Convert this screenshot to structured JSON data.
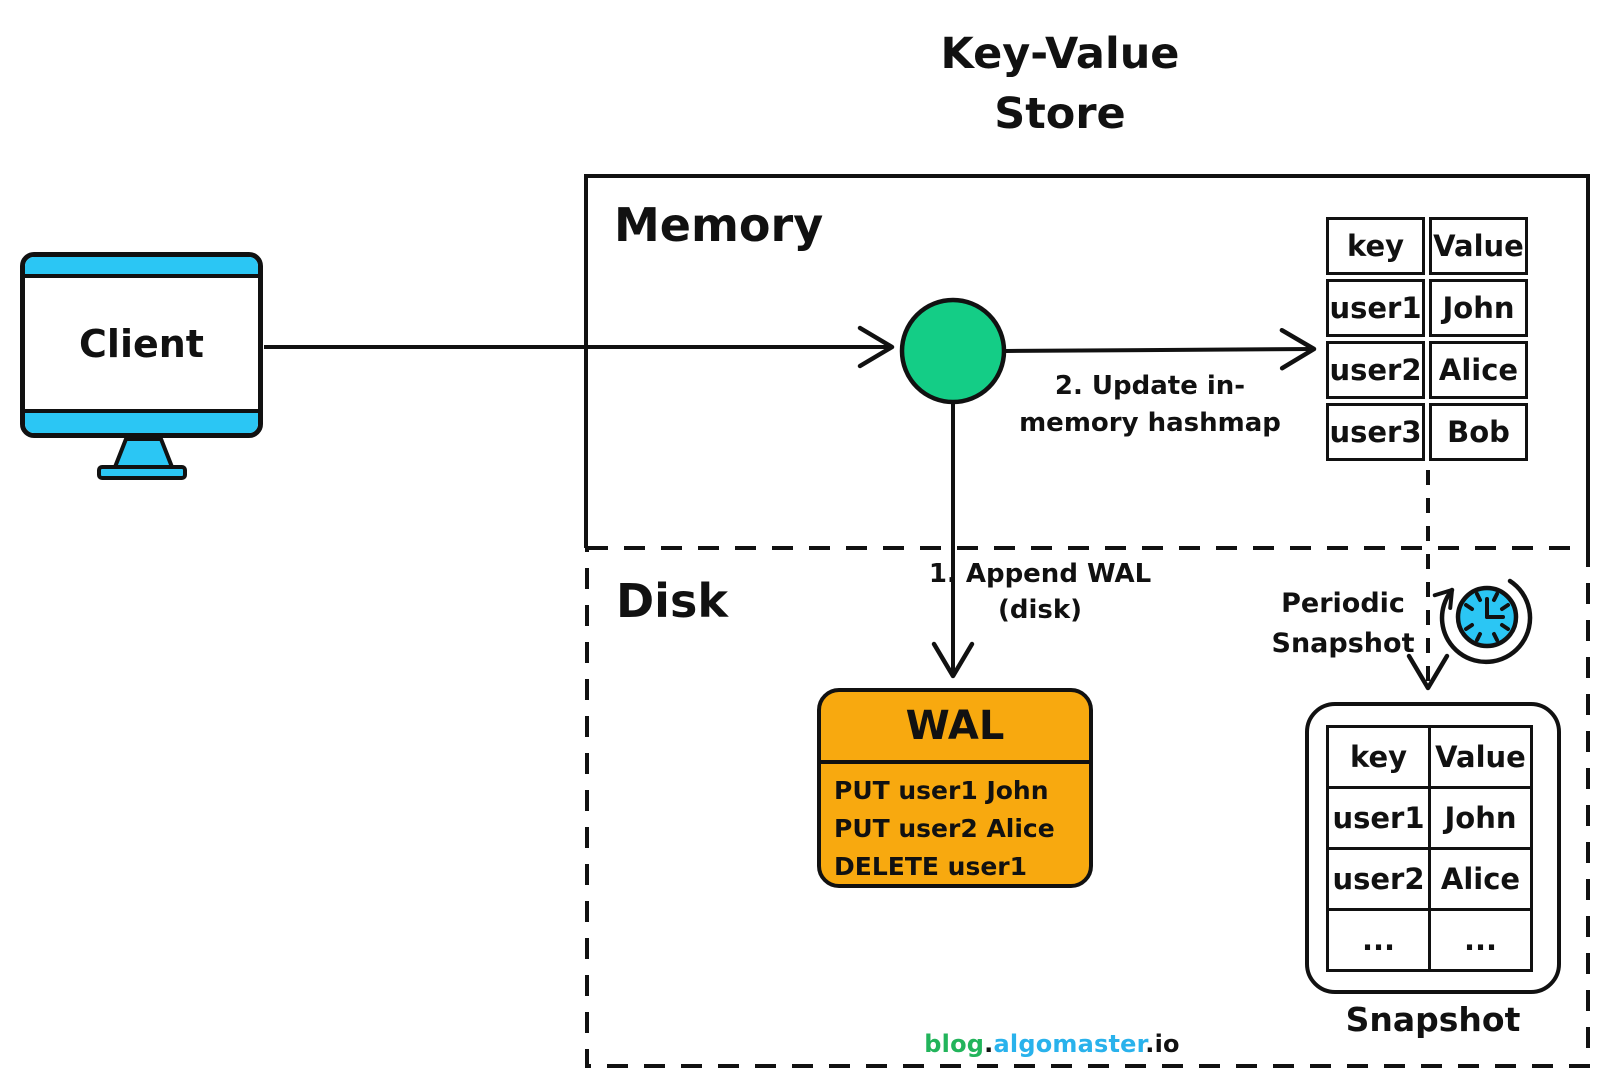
{
  "title": "Key-Value Store",
  "client": {
    "label": "Client"
  },
  "regions": {
    "memory_label": "Memory",
    "disk_label": "Disk"
  },
  "flows": {
    "append_wal_label": "1. Append WAL (disk)",
    "update_hashmap_label": "2. Update in-memory hashmap",
    "periodic_snapshot_label": "Periodic Snapshot"
  },
  "hashmap_table": {
    "headers": [
      "key",
      "Value"
    ],
    "rows": [
      [
        "user1",
        "John"
      ],
      [
        "user2",
        "Alice"
      ],
      [
        "user3",
        "Bob"
      ]
    ]
  },
  "wal": {
    "title": "WAL",
    "entries": [
      "PUT user1 John",
      "PUT user2 Alice",
      "DELETE user1"
    ]
  },
  "snapshot": {
    "label": "Snapshot",
    "headers": [
      "key",
      "Value"
    ],
    "rows": [
      [
        "user1",
        "John"
      ],
      [
        "user2",
        "Alice"
      ],
      [
        "...",
        "..."
      ]
    ]
  },
  "footer": {
    "blog": "blog",
    "dot1": ".",
    "site": "algomaster",
    "dot2": ".",
    "tld": "io"
  },
  "colors": {
    "cyan": "#2bc6f4",
    "table_green": "#21c88e",
    "node_green": "#14cd86",
    "wal_orange": "#f8a90f",
    "stroke_black": "#111111",
    "footer_green": "#22b45b",
    "footer_cyan": "#29b2ec"
  }
}
